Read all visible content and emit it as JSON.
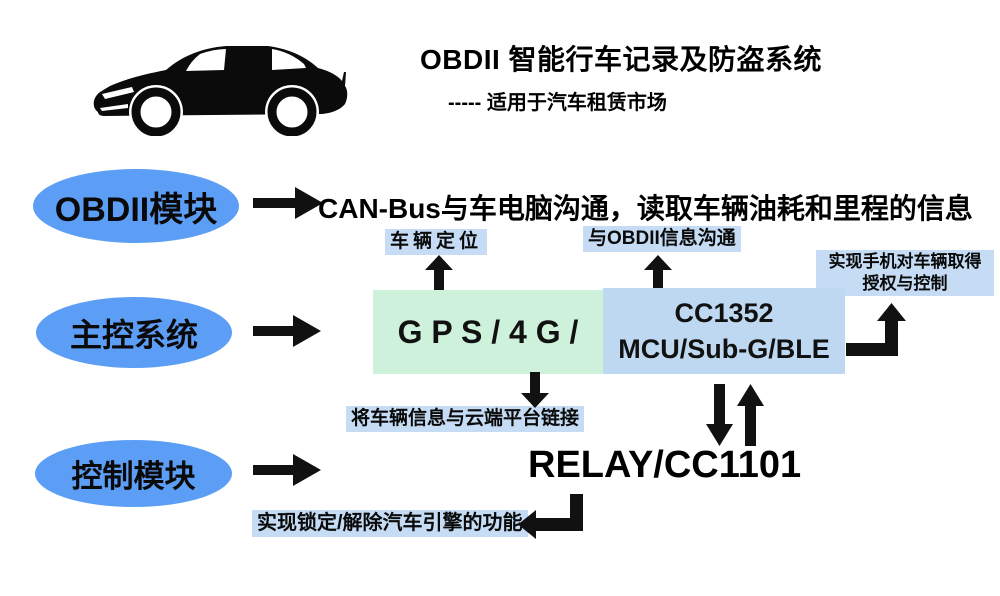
{
  "header": {
    "title": "OBDII 智能行车记录及防盗系统",
    "subtitle": "----- 适用于汽车租赁市场"
  },
  "modules": {
    "obdii": {
      "label": "OBDII模块",
      "description": "CAN-Bus与车电脑沟通，读取车辆油耗和里程的信息"
    },
    "main_control": {
      "label": "主控系统"
    },
    "control": {
      "label": "控制模块"
    }
  },
  "blocks": {
    "gps": {
      "label": "G P S / 4 G /"
    },
    "cc1352": {
      "line1": "CC1352",
      "line2": "MCU/Sub-G/BLE"
    },
    "relay": {
      "label": "RELAY/CC1101"
    }
  },
  "annotations": {
    "vehicle_location": "车辆定位",
    "obdii_comm": "与OBDII信息沟通",
    "phone_auth_line1": "实现手机对车辆取得",
    "phone_auth_line2": "授权与控制",
    "cloud_link": "将车辆信息与云端平台链接",
    "engine_lock": "实现锁定/解除汽车引擎的功能"
  },
  "icons": {
    "car": "car-icon",
    "arrow_right": "arrow-right-icon",
    "arrow_up": "arrow-up-icon",
    "arrow_down": "arrow-down-icon",
    "arrow_updown": "arrow-up-down-icon",
    "elbow_up": "elbow-arrow-up-icon",
    "elbow_left": "elbow-arrow-left-icon"
  },
  "colors": {
    "ellipse_blue": "#5c9ef5",
    "gps_box_green": "#cdf1da",
    "cc1352_box_blue": "#bdd8f0",
    "annotation_bg_blue": "#c5dcf4",
    "arrow_black": "#111111"
  }
}
